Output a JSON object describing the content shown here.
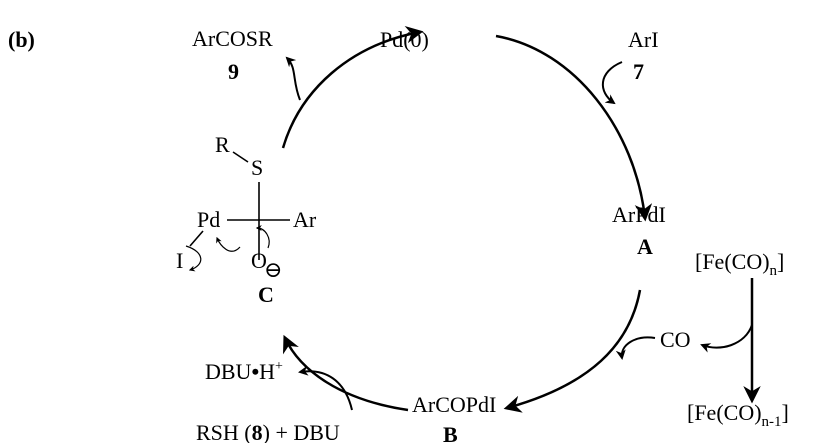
{
  "panel_label": "(b)",
  "species": {
    "pd0": "Pd(0)",
    "aryl_iodide": {
      "formula": "ArI",
      "number": "7"
    },
    "intermediate_a": {
      "formula": "ArPdI",
      "letter": "A"
    },
    "intermediate_b": {
      "formula": "ArCOPdI",
      "letter": "B"
    },
    "intermediate_c": {
      "letter": "C",
      "r": "R",
      "s": "S",
      "pd": "Pd",
      "ar": "Ar",
      "i": "I",
      "o": "O",
      "charge": "⊖"
    },
    "product": {
      "formula": "ArCOSR",
      "number": "9"
    },
    "co": "CO",
    "fe_reagent": {
      "prefix": "[Fe(CO)",
      "sub": "n",
      "suffix": "]"
    },
    "fe_product": {
      "prefix": "[Fe(CO)",
      "sub": "n-1",
      "suffix": "]"
    },
    "reagents": {
      "rsh": "RSH (",
      "rsh_num": "8",
      "rsh_end": ") + DBU"
    },
    "dbu_salt": {
      "base": "DBU",
      "dot": "•",
      "h": "H",
      "sup": "+"
    }
  }
}
